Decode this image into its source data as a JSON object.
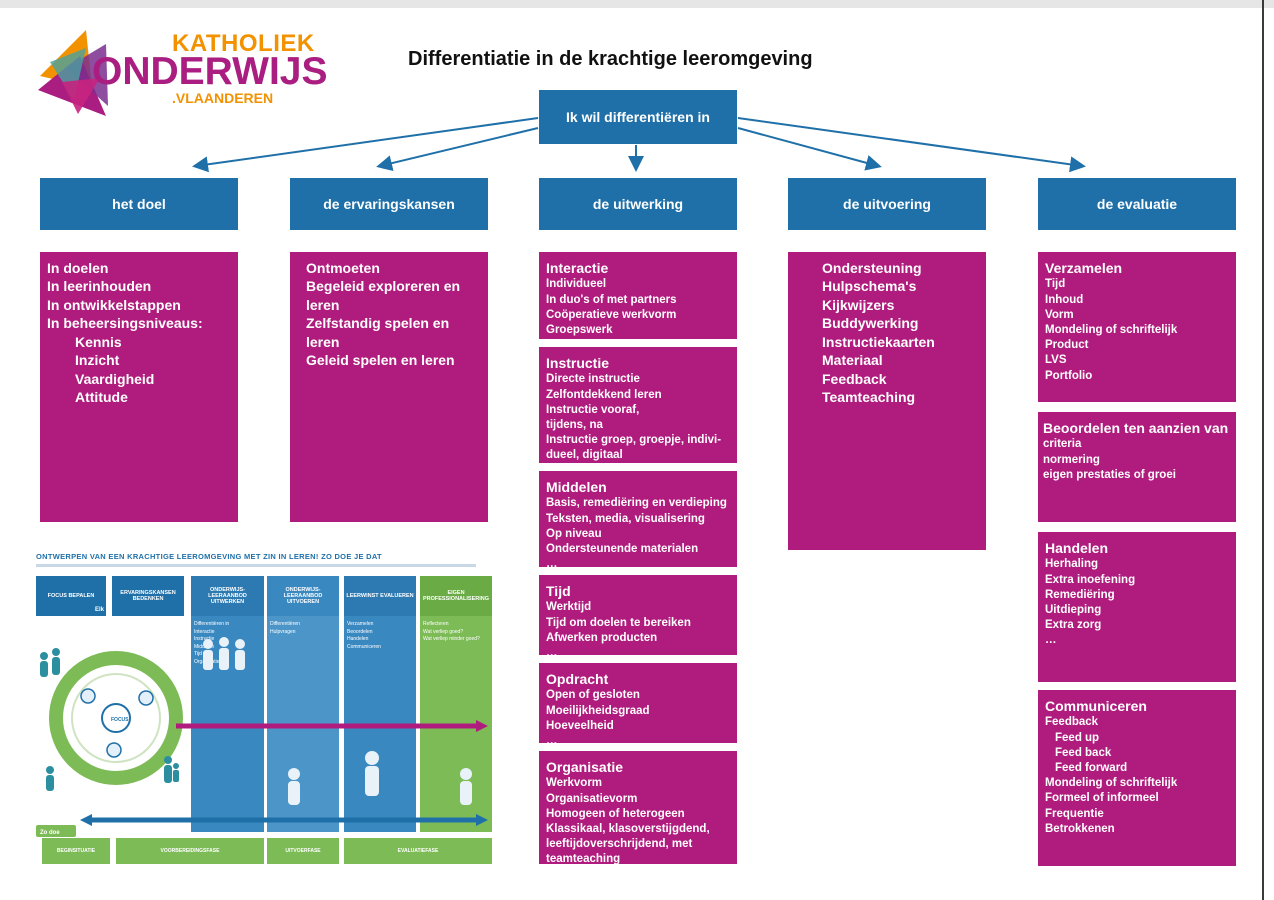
{
  "logo": {
    "line1": "KATHOLIEK",
    "line2": "ONDERWIJS",
    "line3": ".VLAANDEREN"
  },
  "title": "Differentiatie in de krachtige leeromgeving",
  "root": "Ik wil differentiëren in",
  "columns": [
    {
      "header": "het doel"
    },
    {
      "header": "de ervaringskansen"
    },
    {
      "header": "de uitwerking"
    },
    {
      "header": "de uitvoering"
    },
    {
      "header": "de evaluatie"
    }
  ],
  "doel": {
    "lines": [
      "In doelen",
      "In leerinhouden",
      "In ontwikkelstappen",
      "In beheersingsniveaus:"
    ],
    "levels": [
      "Kennis",
      "Inzicht",
      "Vaardigheid",
      "Attitude"
    ]
  },
  "ervaring": {
    "lines": [
      "Ontmoeten",
      "Begeleid exploreren en",
      "leren",
      "Zelfstandig spelen en",
      "leren",
      "Geleid spelen en leren"
    ]
  },
  "uitwerking": [
    {
      "title": "Interactie",
      "items": [
        "Individueel",
        "In duo's of met partners",
        "Coöperatieve werkvorm",
        "Groepswerk"
      ]
    },
    {
      "title": "Instructie",
      "items": [
        "Directe instructie",
        "Zelfontdekkend leren",
        "Instructie vooraf,",
        "tijdens, na",
        "Instructie groep, groepje,  indivi-",
        "dueel, digitaal"
      ]
    },
    {
      "title": "Middelen",
      "items": [
        "Basis, remediëring en verdieping",
        "Teksten, media, visualisering",
        "Op niveau",
        "Ondersteunende materialen",
        "…"
      ]
    },
    {
      "title": "Tijd",
      "items": [
        "Werktijd",
        "Tijd om doelen te bereiken",
        "Afwerken producten",
        "…"
      ]
    },
    {
      "title": "Opdracht",
      "items": [
        "Open of gesloten",
        "Moeilijkheidsgraad",
        "Hoeveelheid",
        "…"
      ]
    },
    {
      "title": "Organisatie",
      "items": [
        "Werkvorm",
        "Organisatievorm",
        "Homogeen of heterogeen",
        "Klassikaal, klasoverstijgdend,",
        "leeftijdoverschrijdend, met",
        "teamteaching"
      ]
    }
  ],
  "uitvoering": {
    "items": [
      "Ondersteuning",
      "Hulpschema's",
      "Kijkwijzers",
      "Buddywerking",
      "Instructiekaarten",
      "Materiaal",
      "Feedback",
      "Teamteaching"
    ]
  },
  "evaluatie": {
    "verzamelen": {
      "title": "Verzamelen",
      "items": [
        "Tijd",
        "Inhoud",
        "Vorm",
        "Mondeling of schriftelijk",
        "Product",
        "LVS",
        "Portfolio"
      ]
    },
    "beoordelen": {
      "title": "Beoordelen ten aanzien van",
      "items": [
        "criteria",
        "normering",
        "eigen prestaties of groei"
      ]
    },
    "handelen": {
      "title": "Handelen",
      "items": [
        "Herhaling",
        "Extra inoefening",
        "Remediëring",
        "Uitdieping",
        "Extra zorg",
        "…"
      ]
    },
    "communiceren": {
      "title": "Communiceren",
      "items": [
        "Feedback"
      ],
      "sub": [
        "Feed up",
        "Feed back",
        "Feed forward"
      ],
      "more": [
        "Mondeling of schriftelijk",
        "Formeel of informeel",
        "Frequentie",
        "Betrokkenen"
      ]
    }
  },
  "infographic": {
    "heading": "ONTWERPEN VAN EEN KRACHTIGE LEEROMGEVING MET ZIN IN LEREN! ZO DOE JE DAT",
    "columns": [
      {
        "header": "FOCUS BEPALEN",
        "color": "#1f70a8",
        "body": []
      },
      {
        "header": "ERVARINGSKANSEN BEDENKEN",
        "color": "#1f70a8",
        "body": []
      },
      {
        "header": "ONDERWIJS-LEERAANBOD UITWERKEN",
        "color": "#3a88c0",
        "body": [
          "Differentiëren in",
          "Interactie",
          "Instructie",
          "Middelen",
          "Tijd",
          "Organisatie"
        ]
      },
      {
        "header": "ONDERWIJS-LEERAANBOD UITVOEREN",
        "color": "#4b95c8",
        "body": [
          "Differentiëren",
          "Hulpvragen"
        ]
      },
      {
        "header": "LEERWINST EVALUEREN",
        "color": "#3a88c0",
        "body": [
          "Verzamelen",
          "Beoordelen",
          "Handelen",
          "Communiceren"
        ]
      },
      {
        "header": "EIGEN PROFESSIONALISERING",
        "color": "#7dbb57",
        "body": [
          "Reflecteren",
          "Wat verliep goed?",
          "Wat verliep minder goed?"
        ]
      }
    ],
    "center": "FOCUS",
    "badge_top": "Elk",
    "badge_bottom": "Zo doe",
    "footer": [
      "BEGINSITUATIE",
      "VOORBEREIDINGSFASE",
      "UITVOERFASE",
      "EVALUATIEFASE"
    ]
  },
  "colors": {
    "blue": "#1f70a8",
    "pink": "#b01c7e",
    "green": "#7dbb57",
    "orange": "#f39200"
  }
}
